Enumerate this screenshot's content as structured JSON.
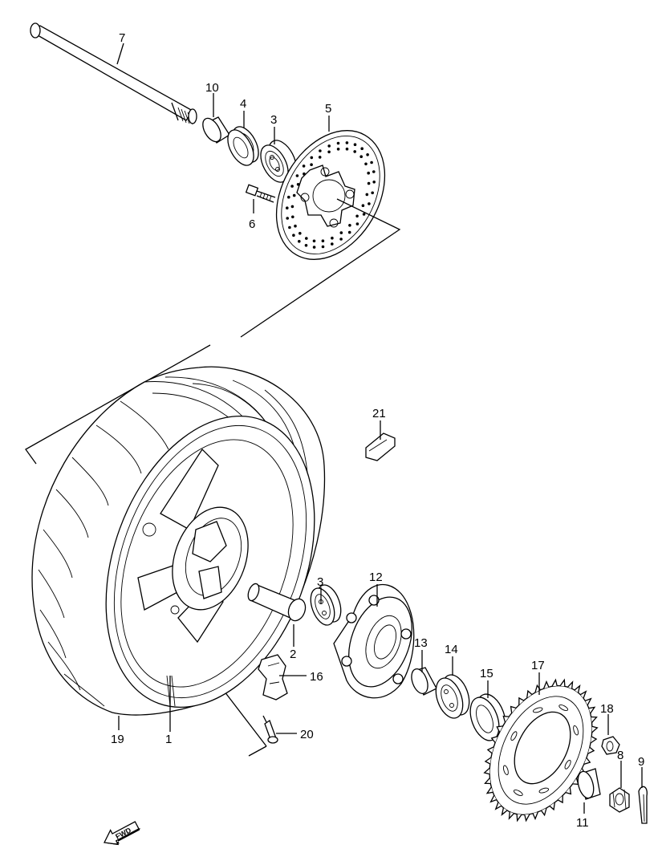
{
  "diagram": {
    "callouts": [
      {
        "id": "1",
        "label": "1"
      },
      {
        "id": "2",
        "label": "2"
      },
      {
        "id": "3a",
        "label": "3"
      },
      {
        "id": "3b",
        "label": "3"
      },
      {
        "id": "4",
        "label": "4"
      },
      {
        "id": "5",
        "label": "5"
      },
      {
        "id": "6",
        "label": "6"
      },
      {
        "id": "7",
        "label": "7"
      },
      {
        "id": "8",
        "label": "8"
      },
      {
        "id": "9",
        "label": "9"
      },
      {
        "id": "10",
        "label": "10"
      },
      {
        "id": "11",
        "label": "11"
      },
      {
        "id": "12",
        "label": "12"
      },
      {
        "id": "13",
        "label": "13"
      },
      {
        "id": "14",
        "label": "14"
      },
      {
        "id": "15",
        "label": "15"
      },
      {
        "id": "16",
        "label": "16"
      },
      {
        "id": "17",
        "label": "17"
      },
      {
        "id": "18",
        "label": "18"
      },
      {
        "id": "19",
        "label": "19"
      },
      {
        "id": "20",
        "label": "20"
      },
      {
        "id": "21",
        "label": "21"
      }
    ],
    "fwd_label": "FWD"
  }
}
